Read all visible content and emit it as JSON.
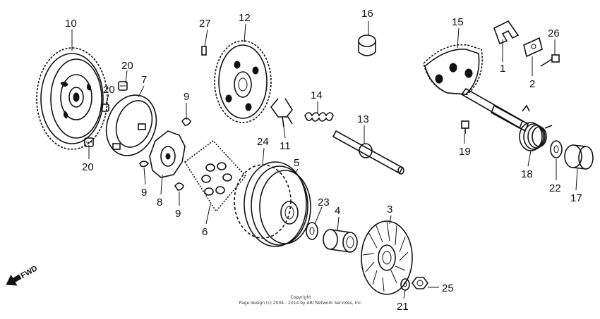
{
  "labels": {
    "p1": "1",
    "p2": "2",
    "p3": "3",
    "p4": "4",
    "p5": "5",
    "p6": "6",
    "p7": "7",
    "p8": "8",
    "p9a": "9",
    "p9b": "9",
    "p9c": "9",
    "p10": "10",
    "p11": "11",
    "p12": "12",
    "p13": "13",
    "p14": "14",
    "p15": "15",
    "p16": "16",
    "p17": "17",
    "p18": "18",
    "p19": "19",
    "p20a": "20",
    "p20b": "20",
    "p20c": "20",
    "p21": "21",
    "p22": "22",
    "p23": "23",
    "p24": "24",
    "p25": "25",
    "p26": "26",
    "p27": "27"
  },
  "fwd": "FWD",
  "copyright": {
    "line1": "Copyright",
    "line2": "Page design (c) 2004 - 2014 by ARI Network Services, Inc."
  }
}
